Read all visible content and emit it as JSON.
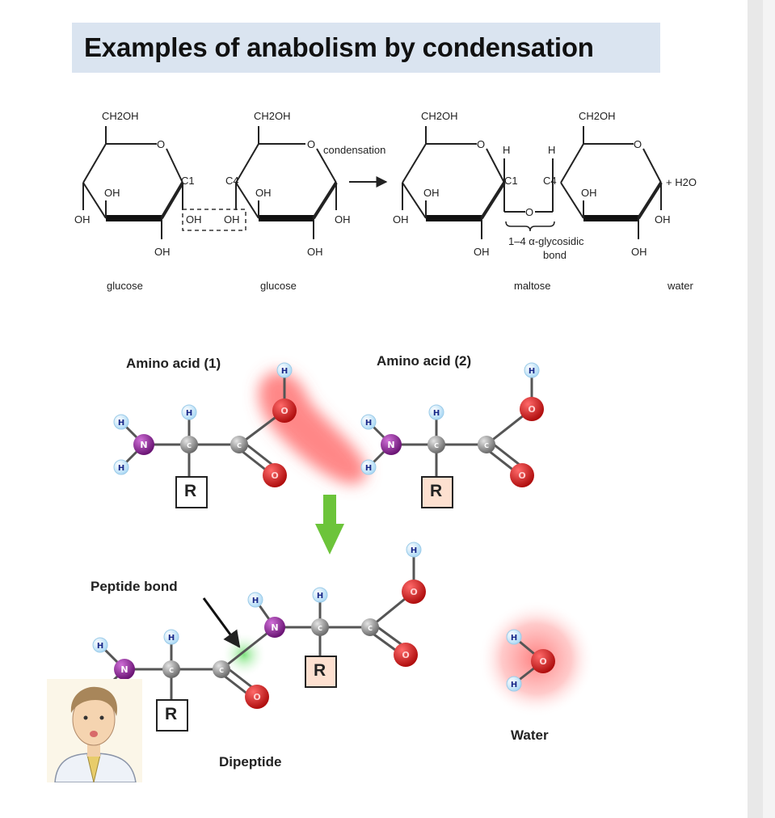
{
  "title": "Examples of anabolism by condensation",
  "sugar": {
    "ch2oh": "CH2OH",
    "ring_o": "O",
    "oh": "OH",
    "h": "H",
    "c1": "C1",
    "c4": "C4",
    "condensation": "condensation",
    "plus_water": "+ H2O",
    "bond_label_1": "1–4 α-glycosidic",
    "bond_label_2": "bond",
    "glucose_1": "glucose",
    "glucose_2": "glucose",
    "maltose": "maltose",
    "water": "water"
  },
  "peptide": {
    "amino_acid_1": "Amino acid (1)",
    "amino_acid_2": "Amino acid (2)",
    "r_group": "R",
    "atom_h": "H",
    "atom_n": "N",
    "atom_c": "C",
    "atom_o": "O",
    "peptide_bond": "Peptide bond",
    "dipeptide": "Dipeptide",
    "water": "Water"
  },
  "colors": {
    "title_bg": "#dae4f0",
    "hydrogen": "#cfe9fb",
    "nitrogen": "#8e2a9c",
    "carbon": "#8f8f8f",
    "oxygen": "#d61d1d",
    "arrow": "#6cc43a",
    "highlight": "#ff5555",
    "r_box_2": "#fde0d0"
  }
}
